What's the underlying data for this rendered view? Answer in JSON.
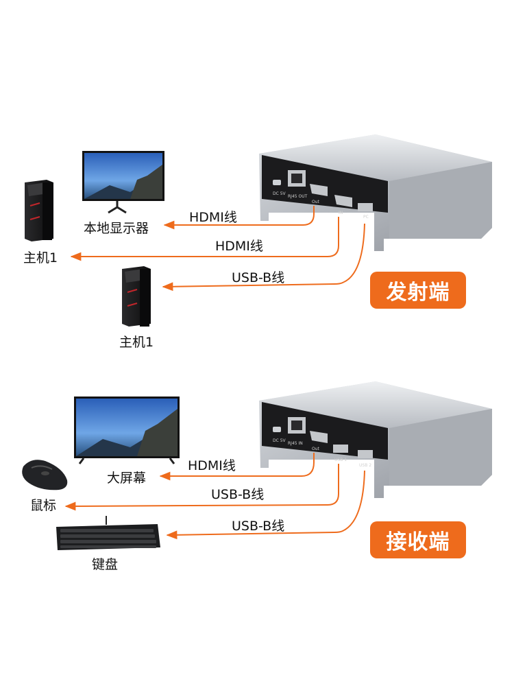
{
  "top": {
    "badge": "发射端",
    "device_ports": [
      "DC 5V",
      "RJ45 OUT",
      "Out",
      "IN",
      "PC"
    ],
    "items": {
      "monitor_label": "本地显示器",
      "host_left_label": "主机1",
      "host_bottom_label": "主机1"
    },
    "cables": {
      "hdmi_out": "HDMI线",
      "hdmi_in": "HDMI线",
      "usb_pc": "USB-B线"
    }
  },
  "bottom": {
    "badge": "接收端",
    "device_ports": [
      "DC 5V",
      "RJ45 IN",
      "Out",
      "USB 1",
      "USB 2"
    ],
    "items": {
      "tv_label": "大屏幕",
      "mouse_label": "鼠标",
      "keyboard_label": "键盘"
    },
    "cables": {
      "hdmi_out": "HDMI线",
      "usb_1": "USB-B线",
      "usb_2": "USB-B线"
    }
  },
  "colors": {
    "accent": "#ee6b1c",
    "device_body": "#b9bdc2",
    "device_front": "#1b1b1d"
  }
}
